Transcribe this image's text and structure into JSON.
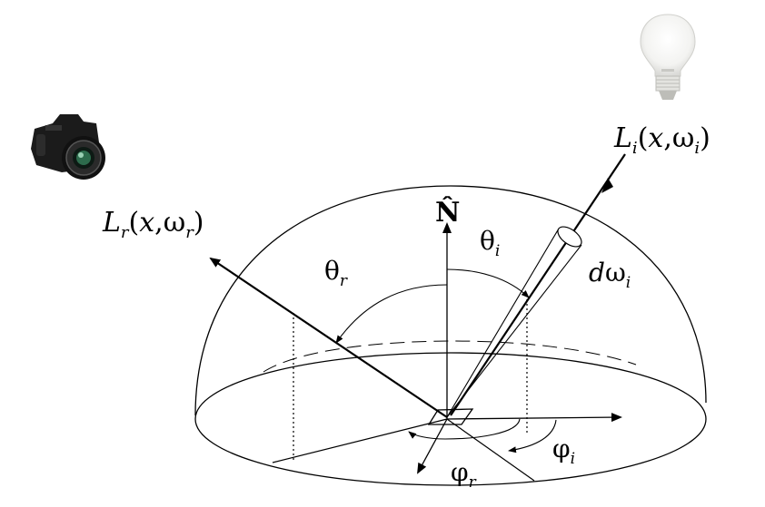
{
  "labels": {
    "incident_radiance": {
      "L": "L",
      "sub": "i",
      "args_open": "(",
      "x": "x",
      "comma": ",",
      "omega": "ω",
      "omega_sub": "i",
      "close": ")"
    },
    "reflected_radiance": {
      "L": "L",
      "sub": "r",
      "args_open": "(",
      "x": "x",
      "comma": ",",
      "omega": "ω",
      "omega_sub": "r",
      "close": ")"
    },
    "normal": "N̂",
    "theta_i": {
      "symbol": "θ",
      "sub": "i"
    },
    "theta_r": {
      "symbol": "θ",
      "sub": "r"
    },
    "d_omega_i": {
      "d": "d",
      "omega": "ω",
      "sub": "i"
    },
    "phi_i": {
      "symbol": "φ",
      "sub": "i"
    },
    "phi_r": {
      "symbol": "φ",
      "sub": "r"
    }
  },
  "icons": {
    "camera": "camera-icon",
    "light_bulb": "light-bulb-icon"
  }
}
